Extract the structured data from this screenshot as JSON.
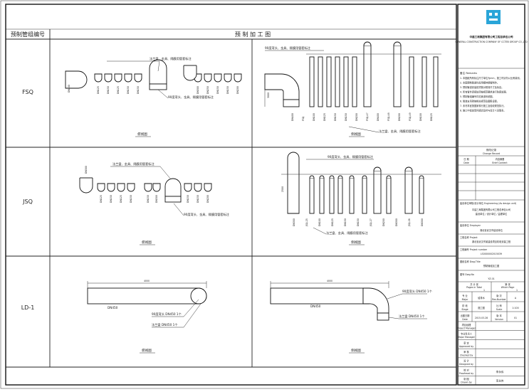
{
  "sheet": {
    "col_header_left": "预制管组编号",
    "col_header_right": "预  制  加  工  图",
    "rows": [
      {
        "code": "FSQ",
        "plan_caption": "俯视图",
        "side_caption": "侧视图",
        "note_top": "法兰盘、金具、隔膜用管套标注",
        "note_mid": "90度弯头、金具、隔膜用管套标注",
        "note_right_top": "90度弯头、金具、隔膜用管套标注",
        "note_right_bottom": "法兰盘、金具、隔膜用管套标注",
        "plan_pipes": [
          "DN400",
          "DN125",
          "DN150",
          "DN125",
          "DN150",
          "DN150",
          "DN300",
          "DN250",
          "DN150",
          "DN150",
          "DN200"
        ],
        "side_pipes": [
          "DN400",
          "FSQ",
          "DN100",
          "DN125",
          "DN150",
          "DN150",
          "DN200",
          "FSQ-47",
          "DN400",
          "FSQ-48",
          "DN200",
          "FSQ-49",
          "DN100",
          "DN125"
        ],
        "dim": "3000"
      },
      {
        "code": "JSQ",
        "plan_caption": "俯视图",
        "side_caption": "侧视图",
        "note_top": "法兰盘、金具、隔膜用管套标注",
        "note_mid": "90度弯头、金具、隔膜用管套标注",
        "note_right_top": "90度弯头、金具、隔膜用管套标注",
        "note_right_bottom": "法兰盘、金具、隔膜用管套标注",
        "plan_pipes": [
          "DN300",
          "DN125",
          "DN150",
          "DN125",
          "DN150",
          "DN150",
          "DN300",
          "DN150",
          "DN150",
          "DN200"
        ],
        "side_pipes": [
          "DN300",
          "JSQ-25",
          "DN100",
          "DN125",
          "DN150",
          "DN150",
          "JSQ-27",
          "DN200",
          "DN300",
          "JSQ-28",
          "DN300"
        ],
        "dim": "2500"
      },
      {
        "code": "LD-1",
        "plan_caption": "俯视图",
        "side_caption": "侧视图",
        "plan_pipe": "DN450",
        "plan_dim": "4000",
        "plan_note_1": "90度弯头 DN450 1个",
        "plan_note_2": "法兰盘 DN450 1个",
        "side_pipe": "DN450",
        "side_dim": "4000",
        "side_note_1": "90度弯头 DN450 1个",
        "side_note_2": "法兰盘 DN450 1个"
      }
    ]
  },
  "title_block": {
    "company_cn": "中建三局集团有限公司工程总承包公司",
    "company_en": "GENERAL CONSTRUCTION COMPANY OF CCTEB GROUP CO.,LTD",
    "remarks_title": "备注 Remarks",
    "remarks": [
      "1. 本图纸所有标注尺寸单位为mm，施工时请勿以比例量测。",
      "2. 本图预制管道均采用镀锌钢管制作。",
      "3. 预制管道安装前须核对现场尺寸及标高。",
      "4. 所有管件连接处须按规范要求进行防腐处理。",
      "5. 预制管组编号详见管道系统图。",
      "6. 管道支吊架按相关规范及图集设置。",
      "7. 未尽事宜按国家现行施工及验收规范执行。",
      "8. 施工中如发现问题请及时与设计人员联系。"
    ],
    "revision_title": "修改记录",
    "revision_en": "Change Record",
    "rev_col1": "日 期",
    "rev_col1_en": "Date",
    "rev_col2": "内容摘要",
    "rev_col2_en": "Brief Content",
    "design_unit_label": "建设单位审核/设计单位 Engineering (As design unit)",
    "design_unit_1": "中建三局集团有限公司工程总承包公司",
    "design_unit_2": "建设单位 / 设计单位 / 监理单位",
    "employer_label": "建设单位 Employer",
    "employer_value": "湖北省武汉市建设单位",
    "project_label": "工程名称 Project",
    "project_value": "湖北省武汉市某建设项目机电安装工程",
    "project_no_label": "工程编号 Project number",
    "project_no_value": "LS0000002015039",
    "drawing_title_label": "图纸名称 Dwg.Title",
    "drawing_title_value": "预制管组加工图",
    "drawing_no_label": "图号 Dwg.No",
    "drawing_no_value": "YZ-01",
    "sheet_total_label": "共 计 张",
    "sheet_total_en": "Pages in Total",
    "sheet_no_label": "第 张",
    "sheet_no_en": "Which Page",
    "sheet_total": "1",
    "sheet_no": "1",
    "specialty_label": "专 业",
    "specialty_en": "Major",
    "specialty_value": "给排水",
    "phase_label": "阶 段",
    "phase_en": "Stage",
    "phase_value": "施工图",
    "version_label": "版 次",
    "version_en": "Rev.Number",
    "version_value": "A",
    "scale_label": "比 例",
    "scale_en": "Scale",
    "scale_value": "1:100",
    "date_label": "出图日期",
    "date_en": "Date",
    "date_value": "2015.03.28",
    "edition_label": "版 本",
    "edition_en": "Version",
    "edition_value": "01",
    "roles": [
      {
        "cn": "项目经理",
        "en": "Project Manager",
        "name": ""
      },
      {
        "cn": "专业负责人",
        "en": "Major Manager",
        "name": ""
      },
      {
        "cn": "审 定",
        "en": "Approved by",
        "name": ""
      },
      {
        "cn": "审 核",
        "en": "Checked by",
        "name": ""
      },
      {
        "cn": "设 计",
        "en": "Designed by",
        "name": ""
      },
      {
        "cn": "校 对",
        "en": "Proofread by",
        "name": "李永伟"
      },
      {
        "cn": "制 图",
        "en": "Drawn by",
        "name": "李永伟"
      }
    ]
  }
}
